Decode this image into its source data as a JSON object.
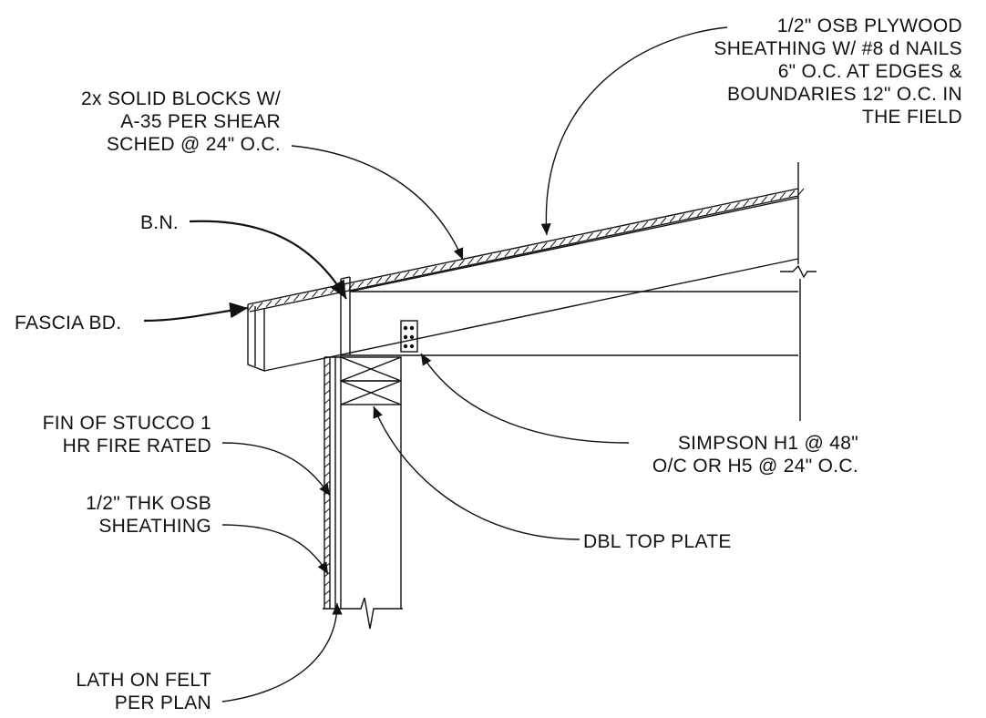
{
  "labels": {
    "osb_plywood": [
      "1/2\" OSB PLYWOOD",
      "SHEATHING W/ #8 d NAILS",
      "6\" O.C. AT EDGES &",
      "BOUNDARIES 12\" O.C. IN",
      "THE FIELD"
    ],
    "solid_blocks": [
      "2x SOLID BLOCKS W/",
      "A-35 PER SHEAR",
      "SCHED @ 24\" O.C."
    ],
    "bn": "B.N.",
    "fascia": "FASCIA BD.",
    "stucco": [
      "FIN OF STUCCO 1",
      "HR FIRE RATED"
    ],
    "osb_thk": [
      "1/2\" THK OSB",
      "SHEATHING"
    ],
    "simpson": [
      "SIMPSON H1 @ 48\"",
      "O/C OR H5 @ 24\" O.C."
    ],
    "top_plate": "DBL TOP PLATE",
    "lath": [
      "LATH ON FELT",
      "PER PLAN"
    ]
  },
  "colors": {
    "line": "#111111",
    "background": "#ffffff"
  }
}
